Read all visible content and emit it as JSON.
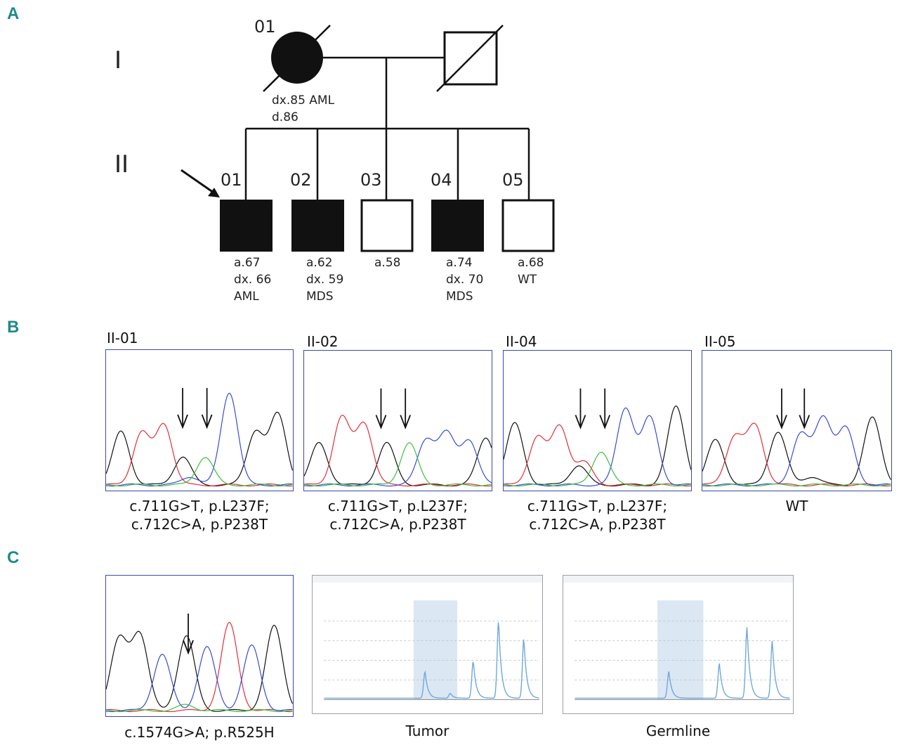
{
  "panels": {
    "a": "A",
    "b": "B",
    "c": "C"
  },
  "pedigree": {
    "generations": [
      "I",
      "II"
    ],
    "gen1": [
      {
        "id": "01",
        "sex": "female",
        "affected": true,
        "deceased": true,
        "notes": [
          "dx.85 AML",
          "d.86"
        ]
      },
      {
        "id": "",
        "sex": "male",
        "affected": false,
        "deceased": true,
        "notes": []
      }
    ],
    "gen2": [
      {
        "id": "01",
        "sex": "male",
        "affected": true,
        "proband": true,
        "notes": [
          "a.67",
          "dx. 66",
          "AML"
        ]
      },
      {
        "id": "02",
        "sex": "male",
        "affected": true,
        "notes": [
          "a.62",
          "dx. 59",
          "MDS"
        ]
      },
      {
        "id": "03",
        "sex": "male",
        "affected": false,
        "notes": [
          "a.58"
        ]
      },
      {
        "id": "04",
        "sex": "male",
        "affected": true,
        "notes": [
          "a.74",
          "dx. 70",
          "MDS"
        ]
      },
      {
        "id": "05",
        "sex": "male",
        "affected": false,
        "notes": [
          "a.68",
          "WT"
        ]
      }
    ]
  },
  "sanger_b": [
    {
      "label": "II-01",
      "caption1": "c.711G>T, p.L237F;",
      "caption2": "c.712C>A, p.P238T"
    },
    {
      "label": "II-02",
      "caption1": "c.711G>T, p.L237F;",
      "caption2": "c.712C>A, p.P238T"
    },
    {
      "label": "II-04",
      "caption1": "c.711G>T, p.L237F;",
      "caption2": "c.712C>A, p.P238T"
    },
    {
      "label": "II-05",
      "caption1": "WT",
      "caption2": ""
    }
  ],
  "panel_c": {
    "sanger_caption": "c.1574G>A; p.R525H",
    "pyro": [
      {
        "caption": "Tumor"
      },
      {
        "caption": "Germline"
      }
    ]
  },
  "colors": {
    "teal_label": "#1f8a8a",
    "frame": "#3a4aa5",
    "trace_black": "#111111",
    "trace_red": "#e0303a",
    "trace_blue": "#3a4bd8",
    "trace_green": "#3cc03c",
    "pyro_line": "#6fa8dc",
    "pyro_band": "#dbe7f3"
  }
}
